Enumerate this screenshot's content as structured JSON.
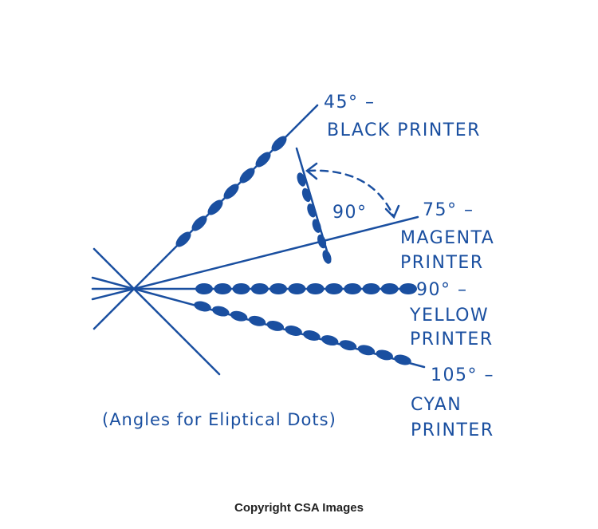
{
  "colors": {
    "ink": "#1a4fa0",
    "background": "#ffffff",
    "copyright": "#222222"
  },
  "screens": [
    {
      "angle": "45° –",
      "name_line1": "BLACK PRINTER",
      "name_line2": ""
    },
    {
      "angle": "75° –",
      "name_line1": "MAGENTA",
      "name_line2": "PRINTER"
    },
    {
      "angle": "90° –",
      "name_line1": "YELLOW",
      "name_line2": "PRINTER"
    },
    {
      "angle": "105° –",
      "name_line1": "CYAN",
      "name_line2": "PRINTER"
    }
  ],
  "right_angle_label": "90°",
  "caption": "(Angles for Eliptical Dots)",
  "copyright": "Copyright CSA Images"
}
